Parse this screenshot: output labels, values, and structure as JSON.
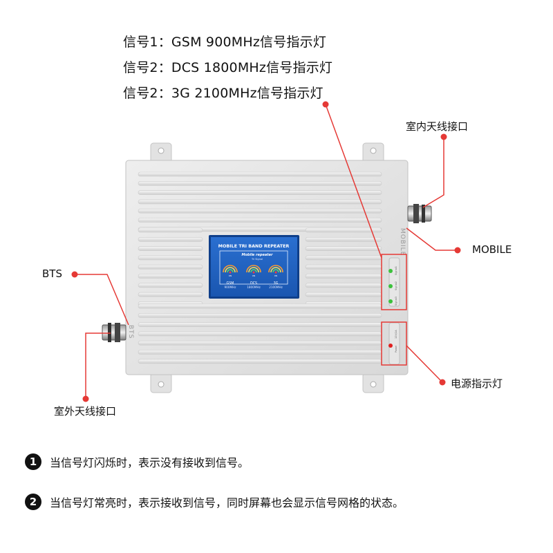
{
  "header": {
    "lines": [
      "信号1：GSM 900MHz信号指示灯",
      "信号2：DCS 1800MHz信号指示灯",
      "信号2：3G 2100MHz信号指示灯"
    ]
  },
  "callouts": {
    "indoor_antenna_port": "室内天线接口",
    "mobile": "MOBILE",
    "bts": "BTS",
    "outdoor_antenna_port": "室外天线接口",
    "power_indicator": "电源指示灯"
  },
  "device": {
    "side_label_mobile": "MOBILE",
    "side_label_bts": "BTS",
    "screen_title": "MOBILE TRI BAND REPEATER",
    "screen_subtitle": "Mobile repeater",
    "screen_tagline": "Tri Signal",
    "bands": [
      {
        "name": "GSM",
        "freq": "900MHz",
        "state": "ON"
      },
      {
        "name": "DCS",
        "freq": "1800MHz",
        "state": "ON"
      },
      {
        "name": "3G",
        "freq": "2100MHz",
        "state": "ON"
      }
    ],
    "led_labels": [
      "Signal1",
      "Signal2",
      "Signal3"
    ],
    "power_label": "Power",
    "power_spec": "12V/2A"
  },
  "colors": {
    "callout_line": "#e53935",
    "led_green": "#3cc13c",
    "led_red": "#e02020",
    "screen_blue": "#1f5fbf"
  },
  "notes": [
    {
      "num": "1",
      "text": "当信号灯闪烁时，表示没有接收到信号。"
    },
    {
      "num": "2",
      "text": "当信号灯常亮时，表示接收到信号，同时屏幕也会显示信号网格的状态。"
    }
  ]
}
